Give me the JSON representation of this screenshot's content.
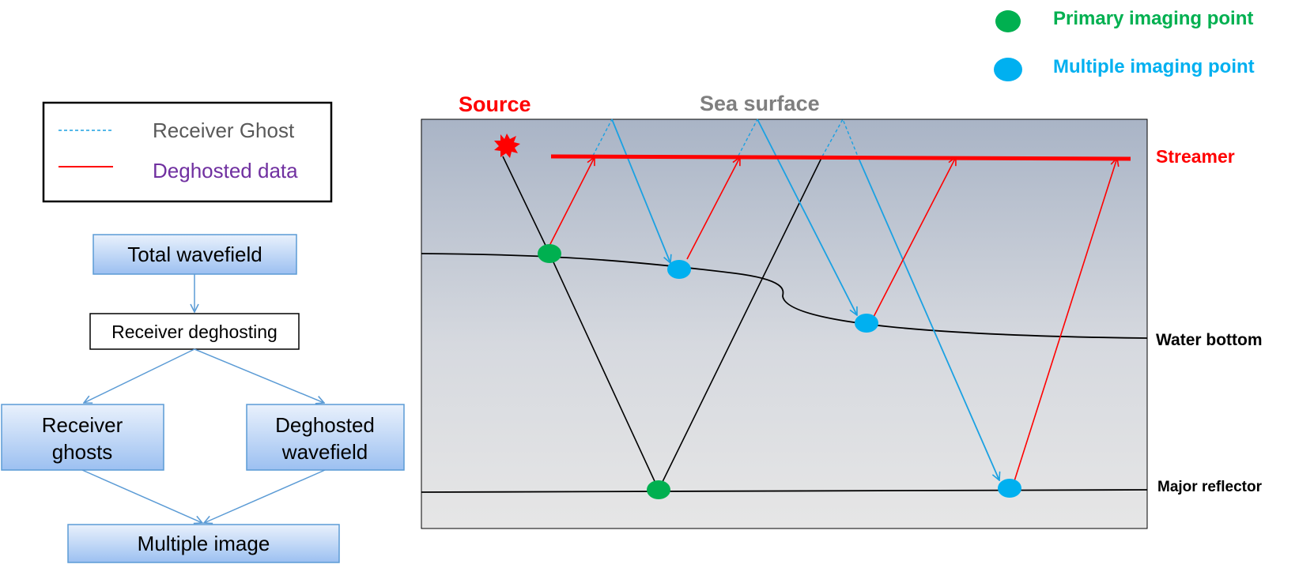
{
  "legend": {
    "receiver_ghost_label": "Receiver Ghost",
    "deghosted_data_label": "Deghosted data",
    "primary_imaging_point_label": "Primary imaging point",
    "multiple_imaging_point_label": "Multiple imaging point"
  },
  "flowchart": {
    "total_wavefield": "Total wavefield",
    "receiver_deghosting": "Receiver deghosting",
    "receiver_ghosts_line1": "Receiver",
    "receiver_ghosts_line2": "ghosts",
    "deghosted_wavefield_line1": "Deghosted",
    "deghosted_wavefield_line2": "wavefield",
    "multiple_image": "Multiple image"
  },
  "section": {
    "source_label": "Source",
    "sea_surface_label": "Sea surface",
    "streamer_label": "Streamer",
    "water_bottom_label": "Water bottom",
    "major_reflector_label": "Major reflector"
  },
  "colors": {
    "primary": "#00b050",
    "multiple": "#00b0f0",
    "ghost_ray": "#1ba1e2",
    "deghosted_ray": "#ff0000",
    "source": "#ff0000",
    "sea_surface_text": "#7f7f7f",
    "receiver_ghost_text": "#595959",
    "deghosted_text": "#7030a0",
    "flow_arrow": "#5b9bd5",
    "box_border": "#5b9bd5"
  }
}
